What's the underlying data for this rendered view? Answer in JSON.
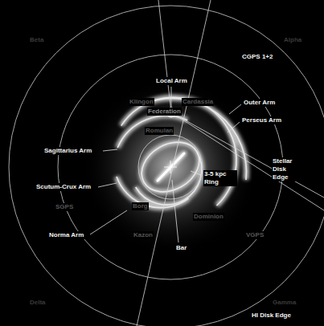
{
  "diagram": {
    "labels": [
      "Local Arm",
      "CGPS 1+2",
      "Outer Arm",
      "Perseus Arm",
      "Klingon",
      "Cardassia",
      "Federation",
      "Romulan",
      "Sagittarius Arm",
      "Scutum-Crux Arm",
      "3-5 kpc Ring",
      "Stellar Disk Edge",
      "SGPS",
      "Borg",
      "Dominion",
      "Kazon",
      "Norma Arm",
      "Bar",
      "VGPS",
      "HI Disk Edge",
      "Beta",
      "Alpha",
      "Delta",
      "Gamma"
    ]
  }
}
